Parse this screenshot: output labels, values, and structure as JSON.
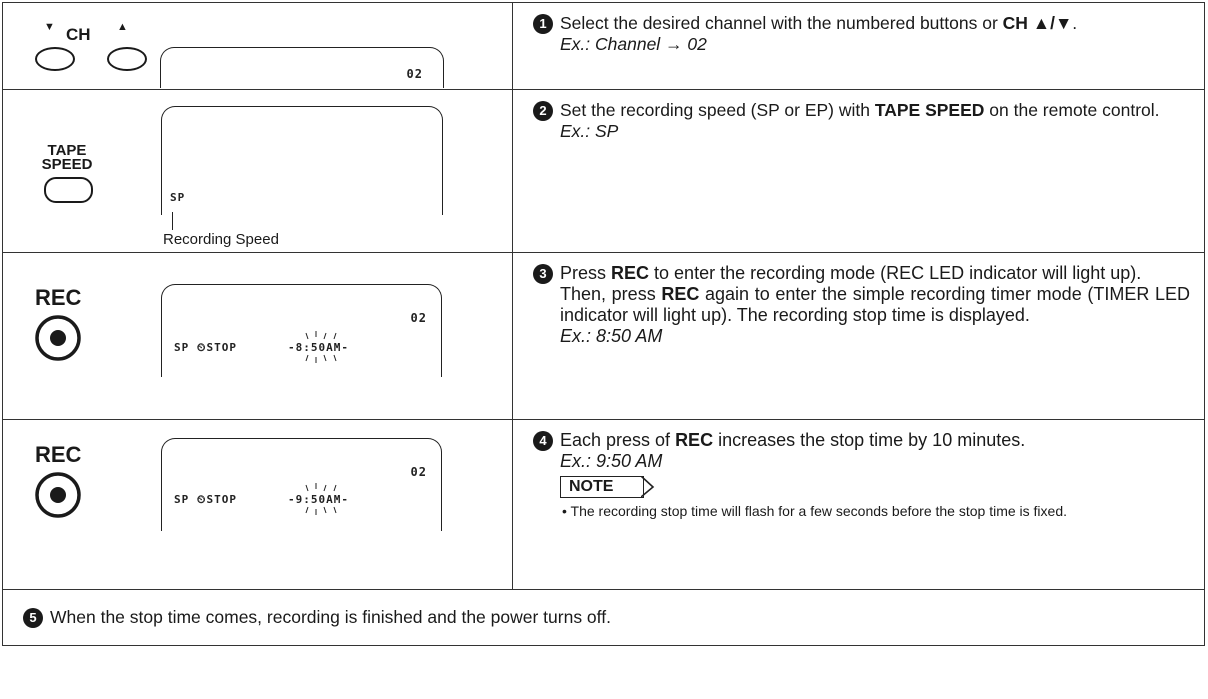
{
  "steps": [
    {
      "number": "1",
      "text_a": "Select the desired channel with the numbered buttons or ",
      "text_bold": "CH ▲/▼",
      "text_b": ".",
      "example": "Ex.: Channel → 02",
      "button": {
        "label": "CH",
        "down_arrow": "▼",
        "up_arrow": "▲",
        "icon": "ch-up-down-buttons-icon"
      },
      "display": {
        "channel": "02"
      }
    },
    {
      "number": "2",
      "text_a": "Set the recording speed (SP or EP) with ",
      "text_bold": "TAPE SPEED",
      "text_b": " on the remote control.",
      "example": "Ex.: SP",
      "button": {
        "label_line1": "TAPE",
        "label_line2": "SPEED",
        "icon": "tape-speed-button-icon"
      },
      "display": {
        "speed": "SP",
        "callout": "Recording Speed"
      }
    },
    {
      "number": "3",
      "text_a": "Press ",
      "text_bold": "REC",
      "text_b": " to enter the recording mode (REC LED indicator will light up).",
      "text_c": "Then, press ",
      "text_bold2": "REC",
      "text_d": " again to enter the simple recording timer mode (TIMER LED indicator will light up). The recording stop time is displayed.",
      "example": "Ex.: 8:50 AM",
      "button": {
        "label": "REC",
        "icon": "rec-button-icon"
      },
      "display": {
        "channel": "02",
        "line": "SP ⏲STOP",
        "time": "-8:50AM-"
      }
    },
    {
      "number": "4",
      "text_a": "Each press of ",
      "text_bold": "REC",
      "text_b": " increases the stop time by 10 minutes.",
      "example": "Ex.: 9:50 AM",
      "note_label": "NOTE",
      "note_text": "• The recording stop time will flash for a few seconds before the stop time is fixed.",
      "button": {
        "label": "REC",
        "icon": "rec-button-icon"
      },
      "display": {
        "channel": "02",
        "line": "SP ⏲STOP",
        "time": "-9:50AM-"
      }
    }
  ],
  "final_step": {
    "number": "5",
    "text": "When the stop time comes, recording is finished and the power turns off."
  },
  "colors": {
    "ink": "#1a1a1a",
    "background": "#ffffff"
  }
}
